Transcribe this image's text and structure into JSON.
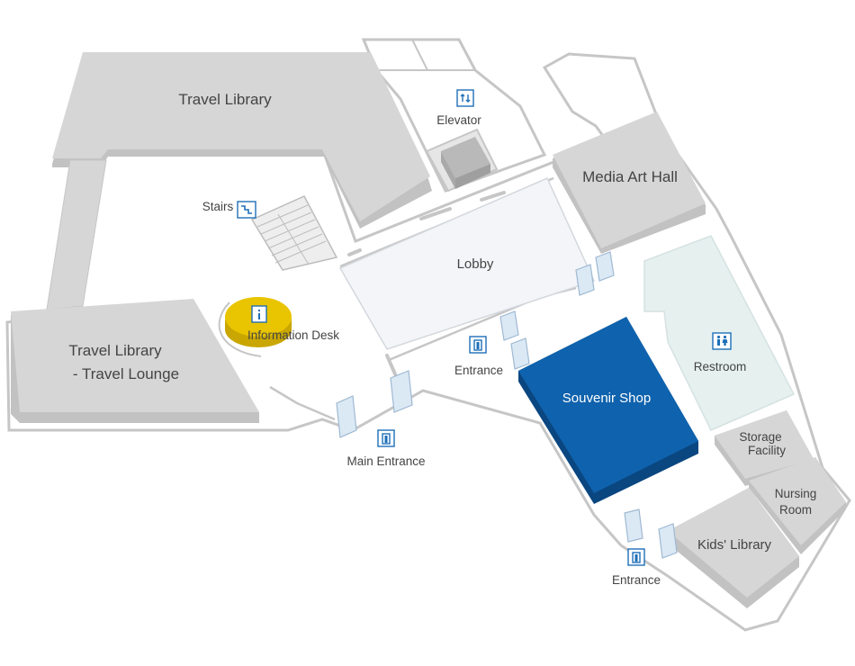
{
  "colors": {
    "wall": "#c6c6c6",
    "room_gray": "#d6d6d6",
    "room_gray_side": "#c2c2c2",
    "floor": "#ffffff",
    "lobby": "#f3f5f8",
    "restroom": "#e5f0ef",
    "souvenir": "#0f62ad",
    "souvenir_side": "#0a4680",
    "info_desk": "#e9c400",
    "info_desk_side": "#c9a600",
    "icon_blue": "#1e6fb8",
    "glass": "#dbe9f5"
  },
  "icons": {
    "elevator": "elevator-icon",
    "stairs": "stairs-icon",
    "information": "information-icon",
    "entrance": "door-icon",
    "restroom": "restroom-icon"
  },
  "rooms": {
    "travel_library": "Travel Library",
    "travel_lounge_line1": "Travel Library",
    "travel_lounge_line2": "- Travel Lounge",
    "elevator": "Elevator",
    "media_art_hall": "Media Art Hall",
    "stairs": "Stairs",
    "lobby": "Lobby",
    "information_desk": "Information Desk",
    "restroom": "Restroom",
    "souvenir_shop": "Souvenir Shop",
    "storage_line1": "Storage",
    "storage_line2": "Facility",
    "nursing_line1": "Nursing",
    "nursing_line2": "Room",
    "kids_library": "Kids' Library"
  },
  "entrances": {
    "main": "Main Entrance",
    "side": "Entrance",
    "south": "Entrance"
  }
}
